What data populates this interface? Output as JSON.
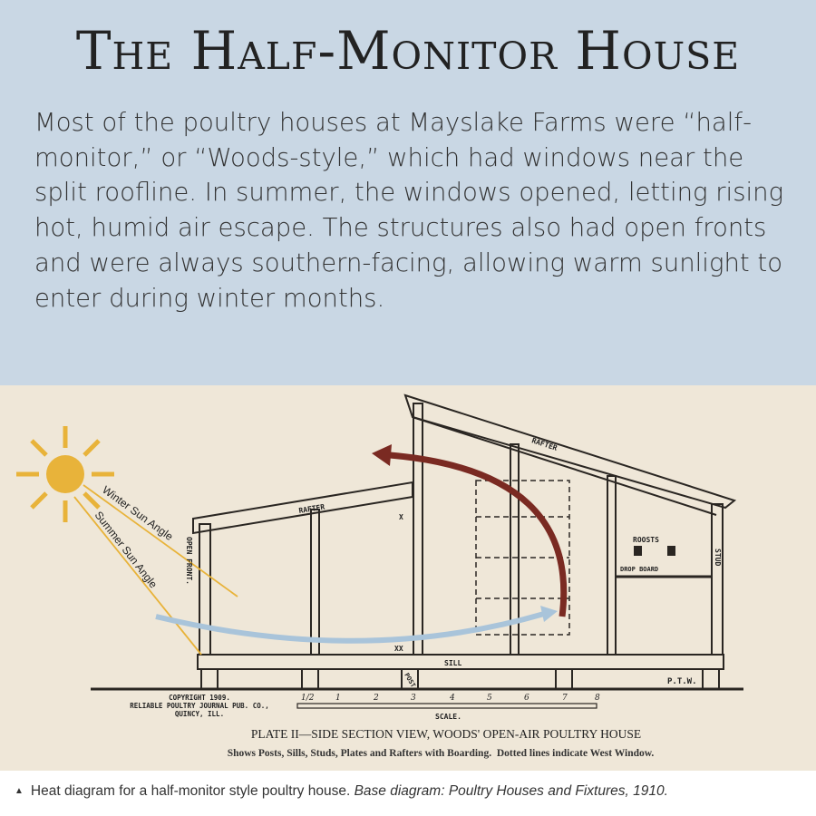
{
  "title": "The Half-Monitor House",
  "body": "Most of the poultry houses at Mayslake Farms were “half-monitor,” or “Woods-style,” which had windows near the split roofline. In summer, the windows opened, letting rising hot, humid air escape. The structures also had open fronts and were always southern-facing, allowing warm sunlight to enter during winter months.",
  "diagram": {
    "labels": {
      "winter_sun": "Winter Sun Angle",
      "summer_sun": "Summer Sun Angle",
      "open_front": "OPEN FRONT.",
      "rafter_low": "RAFTER",
      "rafter_high": "RAFTER",
      "roosts": "ROOSTS",
      "drop_board": "DROP BOARD",
      "stud": "STUD",
      "sill": "SILL",
      "post": "POST",
      "initials": "P.T.W.",
      "xx": "XX",
      "x": "X"
    },
    "copyright": [
      "COPYRIGHT 1909.",
      "RELIABLE POULTRY JOURNAL PUB. CO.,",
      "QUINCY, ILL."
    ],
    "scale_ticks": [
      "1/2",
      "1",
      "2",
      "3",
      "4",
      "5",
      "6",
      "7",
      "8"
    ],
    "scale_label": "SCALE.",
    "plate_title": "PLATE II—SIDE SECTION VIEW, WOODS' OPEN-AIR POULTRY HOUSE",
    "plate_subtitle": "Shows Posts, Sills, Studs, Plates and Rafters with Boarding.  Dotted lines indicate West Window.",
    "colors": {
      "sun": "#e8b33a",
      "cool_air": "#a9c4da",
      "hot_air": "#7a2a22",
      "header_bg": "#c9d7e4",
      "paper": "#efe7d8"
    }
  },
  "caption": {
    "icon": "triangle-up-icon",
    "text": "Heat diagram for a half-monitor style poultry house. ",
    "source": "Base diagram: Poultry Houses and Fixtures, 1910."
  }
}
